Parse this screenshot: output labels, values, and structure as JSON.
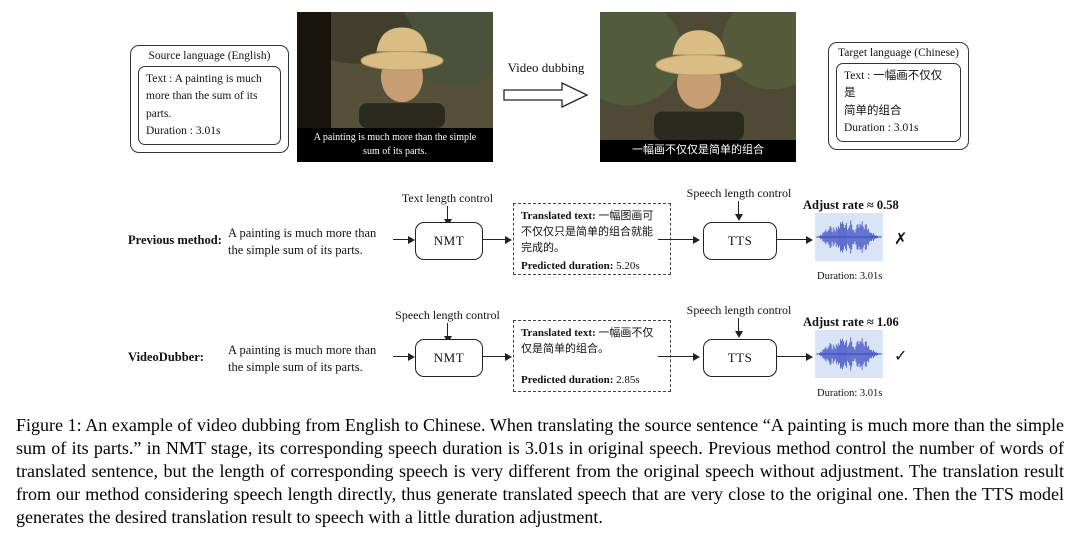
{
  "figure": {
    "source_box": {
      "title": "Source language (English)",
      "body": "Text :  A painting is much\nmore than the sum of its parts.\nDuration : 3.01s"
    },
    "video_left": {
      "subtitle": "A painting is much more than the simple\nsum of its parts."
    },
    "dubbing_arrow_label": "Video dubbing",
    "video_right": {
      "subtitle": "一幅画不仅仅是简单的组合"
    },
    "target_box": {
      "title": "Target language (Chinese)",
      "body": "Text :  一幅画不仅仅是\n简单的组合\nDuration :  3.01s"
    },
    "rows": [
      {
        "label": "Previous method:",
        "source_text": "A painting is much more than\nthe simple sum of its parts.",
        "nmt_control_label": "Text length control",
        "nmt_label": "NMT",
        "translated_label": "Translated text:",
        "translated_text": " 一幅图画可不仅仅只是简单的组合就能完成的。",
        "predicted_label": "Predicted duration:",
        "predicted_value": " 5.20s",
        "tts_control_label": "Speech length control",
        "tts_label": "TTS",
        "adjust_rate_label": "Adjust rate ≈ 0.58",
        "result_mark": "✗",
        "duration_label": "Duration: 3.01s"
      },
      {
        "label": "VideoDubber:",
        "source_text": "A painting is much more than\nthe simple sum of its parts.",
        "nmt_control_label": "Speech length control",
        "nmt_label": "NMT",
        "translated_label": "Translated text:",
        "translated_text": " 一幅画不仅仅是简单的组合。",
        "predicted_label": "Predicted duration:",
        "predicted_value": " 2.85s",
        "tts_control_label": "Speech length control",
        "tts_label": "TTS",
        "adjust_rate_label": "Adjust rate ≈ 1.06",
        "result_mark": "✓",
        "duration_label": "Duration: 3.01s"
      }
    ]
  },
  "caption": "Figure 1: An example of video dubbing from English to Chinese. When translating the source sentence “A painting is much more than the simple sum of its parts.” in NMT stage, its corresponding speech duration is 3.01s in original speech. Previous method control the number of words of translated sentence, but the length of corresponding speech is very different from the original speech without adjustment. The translation result from our method considering speech length directly, thus generate translated speech that are very close to the original one. Then the TTS model generates the desired translation result to speech with a little duration adjustment."
}
